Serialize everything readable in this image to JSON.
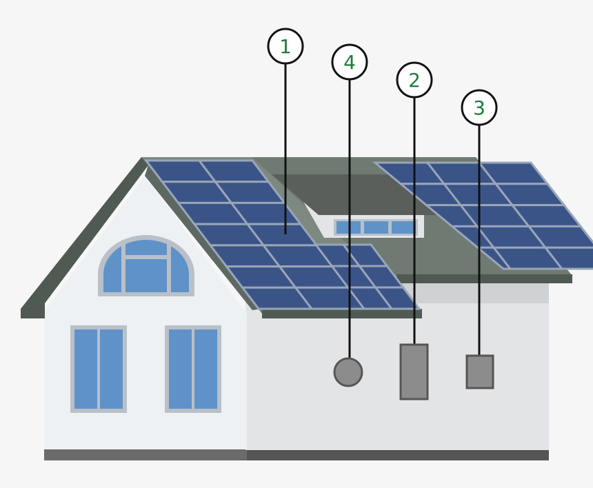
{
  "colors": {
    "background": "#f6f6f6",
    "wall_front": "#eef1f4",
    "wall_side": "#e3e4e6",
    "roof_trim": "#4f5a52",
    "roof_grey": "#6f7a72",
    "panel_fill": "#3b5488",
    "panel_frame": "#99a6b8",
    "window_blue": "#5f92c8",
    "window_frame": "#b9c0c8",
    "device_grey": "#8c8c8c",
    "callout_line": "#111111",
    "callout_text": "#1f7a3c"
  },
  "callouts": [
    {
      "id": "1",
      "label": "1"
    },
    {
      "id": "2",
      "label": "2"
    },
    {
      "id": "3",
      "label": "3"
    },
    {
      "id": "4",
      "label": "4"
    }
  ]
}
